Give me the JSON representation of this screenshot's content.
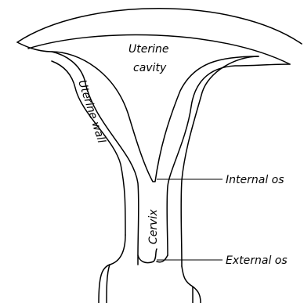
{
  "diagram": {
    "labels": {
      "uterine_cavity_line1": "Uterine",
      "uterine_cavity_line2": "cavity",
      "uterine_wall": "Uterine wall",
      "cervix": "Cervix",
      "internal_os": "Internal os",
      "external_os": "External os"
    },
    "colors": {
      "line": "#000000",
      "background": "#ffffff"
    }
  }
}
